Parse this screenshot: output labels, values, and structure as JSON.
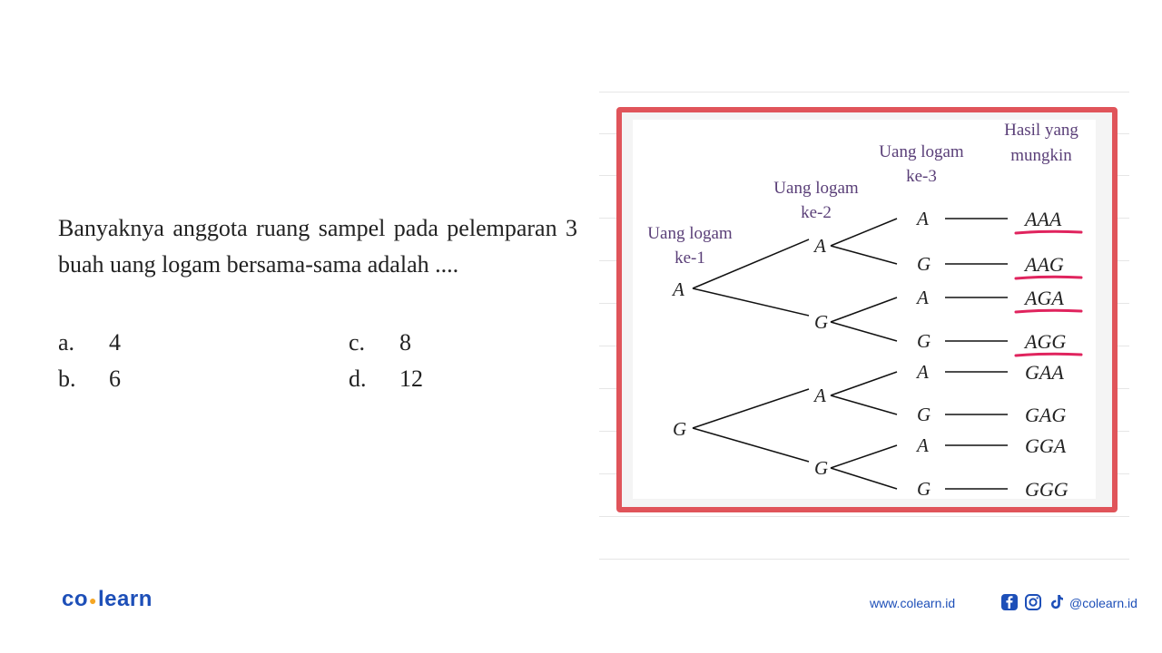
{
  "question": {
    "text": "Banyaknya anggota ruang sampel pada pelemparan 3 buah uang logam bersama-sama adalah ....",
    "options": [
      {
        "letter": "a.",
        "value": "4"
      },
      {
        "letter": "b.",
        "value": "6"
      },
      {
        "letter": "c.",
        "value": "8"
      },
      {
        "letter": "d.",
        "value": "12"
      }
    ]
  },
  "tree": {
    "headers": {
      "coin1": [
        "Uang logam",
        "ke-1"
      ],
      "coin2": [
        "Uang logam",
        "ke-2"
      ],
      "coin3": [
        "Uang logam",
        "ke-3"
      ],
      "result": [
        "Hasil yang",
        "mungkin"
      ]
    },
    "level1": [
      "A",
      "G"
    ],
    "level2": [
      "A",
      "G",
      "A",
      "G"
    ],
    "level3": [
      "A",
      "G",
      "A",
      "G",
      "A",
      "G",
      "A",
      "G"
    ],
    "results": [
      "AAA",
      "AAG",
      "AGA",
      "AGG",
      "GAA",
      "GAG",
      "GGA",
      "GGG"
    ],
    "underline_color": "#e0245e",
    "frame_color": "#e0545a",
    "header_color": "#5a3f78"
  },
  "footer": {
    "brand_left": "co",
    "brand_right": "learn",
    "website": "www.colearn.id",
    "social_icons": [
      "facebook-icon",
      "instagram-icon",
      "tiktok-icon"
    ],
    "handle": "@colearn.id"
  }
}
